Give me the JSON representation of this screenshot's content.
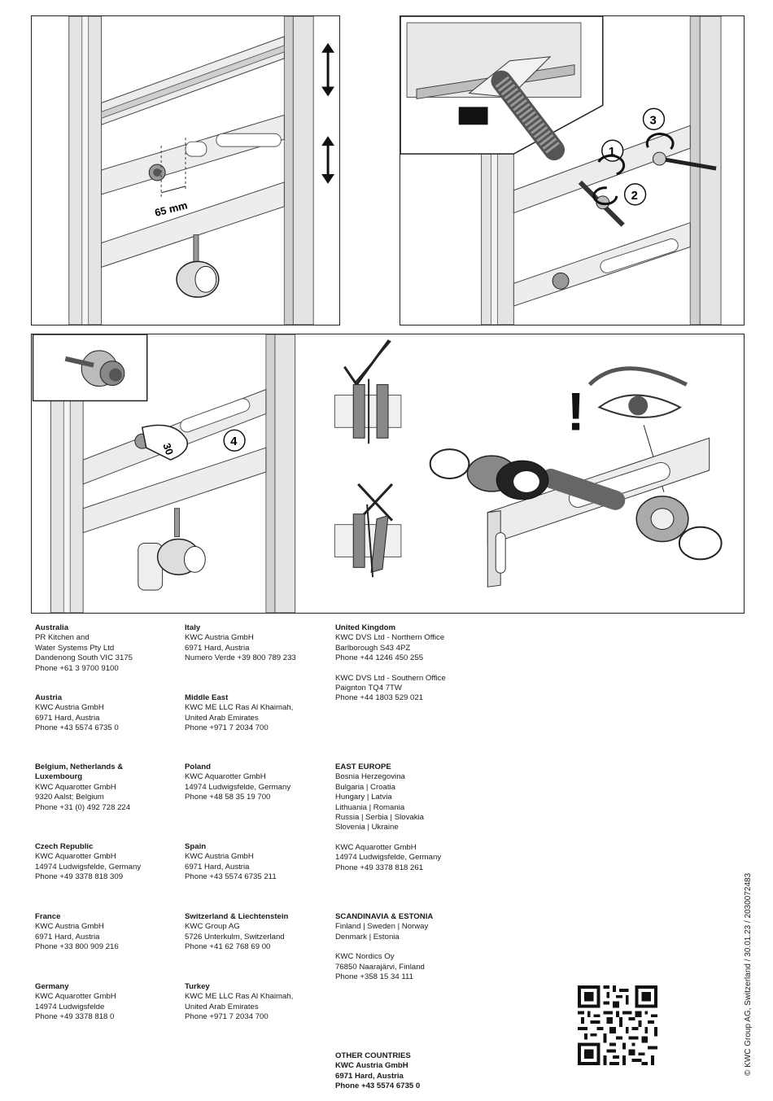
{
  "figures": {
    "panel1": {
      "dimension_label": "65 mm"
    },
    "panel2": {
      "steps": [
        "1",
        "2",
        "3"
      ]
    },
    "panel3": {
      "torque_label": "30",
      "step": "4"
    },
    "warning": {
      "exclamation": "!"
    }
  },
  "contacts": [
    {
      "region": "Australia",
      "lines": [
        "PR Kitchen and",
        "Water Systems Pty Ltd",
        "Dandenong South VIC 3175",
        "Phone +61 3 9700 9100"
      ]
    },
    {
      "region": "Austria",
      "lines": [
        "KWC Austria GmbH",
        "6971 Hard, Austria",
        "Phone +43 5574 6735 0"
      ]
    },
    {
      "region": "Belgium, Netherlands &",
      "region2": "Luxembourg",
      "lines": [
        "KWC Aquarotter GmbH",
        "9320 Aalst; Belgium",
        "Phone +31 (0) 492 728 224"
      ]
    },
    {
      "region": "Czech Republic",
      "lines": [
        "KWC Aquarotter GmbH",
        "14974 Ludwigsfelde, Germany",
        "Phone +49 3378 818 309"
      ]
    },
    {
      "region": "France",
      "lines": [
        "KWC Austria GmbH",
        "6971 Hard, Austria",
        "Phone +33 800 909 216"
      ]
    },
    {
      "region": "Germany",
      "lines": [
        "KWC Aquarotter GmbH",
        "14974 Ludwigsfelde",
        "Phone +49 3378 818 0"
      ]
    },
    {
      "region": "Italy",
      "lines": [
        "KWC Austria GmbH",
        "6971 Hard, Austria",
        "Numero Verde +39 800 789 233"
      ]
    },
    {
      "region": "Middle East",
      "lines": [
        "KWC ME LLC Ras Al Khaimah,",
        "United Arab Emirates",
        "Phone +971 7 2034 700"
      ]
    },
    {
      "region": "Poland",
      "lines": [
        "KWC Aquarotter GmbH",
        "14974 Ludwigsfelde, Germany",
        "Phone +48 58 35 19 700"
      ]
    },
    {
      "region": "Spain",
      "lines": [
        "KWC Austria GmbH",
        "6971 Hard, Austria",
        "Phone +43 5574 6735 211"
      ]
    },
    {
      "region": "Switzerland & Liechtenstein",
      "lines": [
        "KWC Group AG",
        "5726 Unterkulm, Switzerland",
        "Phone +41 62 768 69 00"
      ]
    },
    {
      "region": "Turkey",
      "lines": [
        "KWC ME LLC Ras Al Khaimah,",
        "United Arab Emirates",
        "Phone +971 7 2034 700"
      ]
    },
    {
      "region": "United Kingdom",
      "lines": [
        "KWC DVS Ltd - Northern Office",
        "Barlborough S43 4PZ",
        "Phone +44 1246 450 255"
      ],
      "lines2": [
        "KWC DVS Ltd - Southern Office",
        "Paignton TQ4 7TW",
        "Phone +44 1803 529 021"
      ]
    },
    {
      "region": "EAST EUROPE",
      "lines": [
        "Bosnia Herzegovina",
        "Bulgaria | Croatia",
        "Hungary | Latvia",
        "Lithuania | Romania",
        "Russia | Serbia | Slovakia",
        "Slovenia | Ukraine"
      ],
      "lines2": [
        "KWC Aquarotter GmbH",
        "14974 Ludwigsfelde, Germany",
        "Phone +49 3378 818 261"
      ]
    },
    {
      "region": "SCANDINAVIA & ESTONIA",
      "lines": [
        "Finland | Sweden | Norway",
        "Denmark | Estonia"
      ],
      "lines2": [
        "KWC Nordics Oy",
        "76850 Naarajärvi, Finland",
        "Phone +358 15 34 111"
      ]
    },
    {
      "region": "OTHER COUNTRIES",
      "lines": [
        "KWC Austria GmbH",
        "6971 Hard, Austria",
        "Phone +43 5574 6735 0"
      ]
    }
  ],
  "footer": {
    "vertical_note": "© KWC Group AG, Switzerland / 30.01.23 / 2030072483"
  }
}
